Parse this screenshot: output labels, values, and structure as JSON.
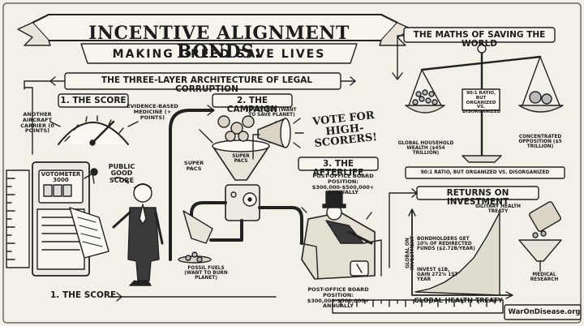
{
  "title": {
    "main": "INCENTIVE ALIGNMENT BONDS:",
    "subtitle": "MAKING GREED SAVE LIVES"
  },
  "banner": "THE THREE-LAYER ARCHITECTURE OF LEGAL CORRUPTION",
  "score": {
    "header": "1. THE SCORE",
    "left_label": "ANOTHER AIRCRAFT CARRIER (0 POINTS)",
    "right_label": "EVIDENCE-BASED MEDICINE (+ POINTS)",
    "machine_label": "VOTOMETER 3000",
    "public_good": "PUBLIC GOOD SCORE",
    "footer": "1. THE SCORE"
  },
  "campaign": {
    "header": "2. THE CAMPAIGN",
    "investors": "INVESTORS (WANT TO SAVE PLANET)",
    "vote": "VOTE FOR HIGH-SCORERS!",
    "super_pacs_left": "SUPER PACs",
    "super_pacs_funnel": "SUPER PACs",
    "fossil": "FOSSIL FUELS (WANT TO BURN PLANET)"
  },
  "afterlife": {
    "header": "3. THE AFTERLIFE",
    "top_label": "POST-OFFICE BOARD POSITION: $300,000-$500,000+ ANNUALLY",
    "bottom_label": "POST-OFFICE BOARD POSITION: $300,000-$500,000+ ANNUALLY"
  },
  "maths": {
    "header": "THE MATHS OF SAVING THE WORLD",
    "ratio_label": "90:1 RATIO, BUT ORGANIZED vs. DISORGANIZED",
    "left_pan": "GLOBAL HOUSEHOLD WEALTH ($454 TRILLION)",
    "right_pan": "CONCENTRATED OPPOSITION ($5 TRILLION)",
    "footer": "90:1 RATIO, BUT ORGANIZED vs. DISORGANIZED"
  },
  "returns": {
    "header": "RETURNS ON INVESTMENT",
    "y_axis": "GLOBAL ON INVESTMENT",
    "x_axis": "GLOBAL HEALTH TREATY",
    "top": "GILITARY HEALTH TREATY",
    "bondholders": "BONDHOLDERS GET 10% OF REDIRECTED FUNDS ($2.72B/YEAR)",
    "invest": "INVEST $1B, GAIN 272% 1ST YEAR",
    "medical": "MEDICAL RESEARCH"
  },
  "credit": "WarOnDisease.org"
}
